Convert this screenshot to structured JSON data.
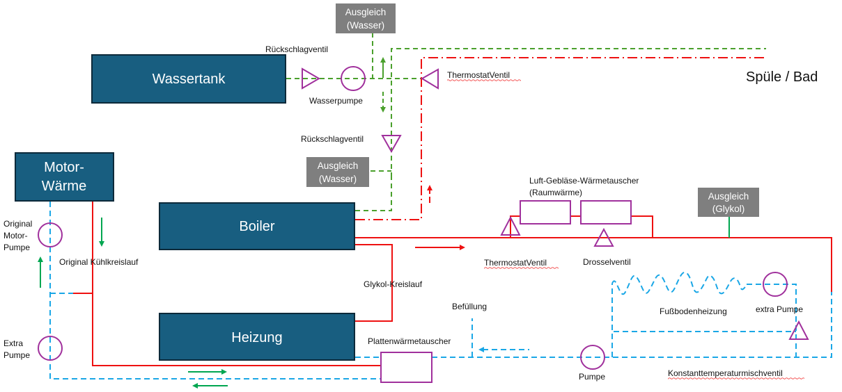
{
  "diagram": {
    "title": "Heizungs- und Wasserkreislauf Schema",
    "colors": {
      "component_box": "#185e80",
      "expansion_box": "#7f7f7f",
      "glycol_pipe": "#ee1111",
      "water_pipe": "#4aa02c",
      "coolant_pipe": "#1aa7e6",
      "valve_pump_symbol": "#a0309c",
      "flow_arrow": "#00a650"
    },
    "components": {
      "wassertank": "Wassertank",
      "motor_waerme_line1": "Motor-",
      "motor_waerme_line2": "Wärme",
      "boiler": "Boiler",
      "heizung": "Heizung"
    },
    "expansion_tanks": {
      "water_top_line1": "Ausgleich",
      "water_top_line2": "(Wasser)",
      "water_mid_line1": "Ausgleich",
      "water_mid_line2": "(Wasser)",
      "glycol_line1": "Ausgleich",
      "glycol_line2": "(Glykol)"
    },
    "labels": {
      "rueckschlagventil_top": "Rückschlagventil",
      "wasserpumpe": "Wasserpumpe",
      "thermostatventil_top": "ThermostatVentil",
      "spuele_bad": "Spüle / Bad",
      "rueckschlagventil_mid": "Rückschlagventil",
      "original_motor_pumpe_1": "Original",
      "original_motor_pumpe_2": "Motor-",
      "original_motor_pumpe_3": "Pumpe",
      "original_kuehlkreislauf": "Original Kühlkreislauf",
      "extra_pumpe_left_1": "Extra",
      "extra_pumpe_left_2": "Pumpe",
      "luft_geblaese_1": "Luft-Gebläse-Wärmetauscher",
      "luft_geblaese_2": "(Raumwärme)",
      "thermostatventil_mid": "ThermostatVentil",
      "drosselventil": "Drosselventil",
      "glykol_kreislauf": "Glykol-Kreislauf",
      "befuellung": "Befüllung",
      "plattenwaermetauscher": "Plattenwärmetauscher",
      "pumpe": "Pumpe",
      "fussbodenheizung": "Fußbodenheizung",
      "extra_pumpe_right": "extra Pumpe",
      "konstanttemperaturmischventil": "Konstanttemperaturmischventil"
    }
  }
}
